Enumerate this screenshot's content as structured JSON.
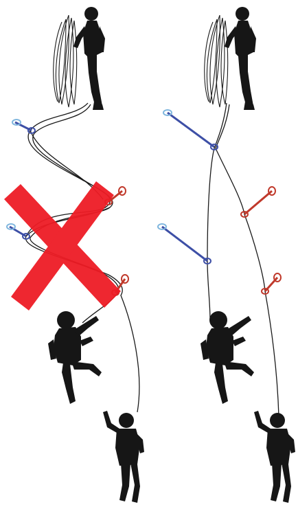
{
  "figure": {
    "panels": [
      {
        "id": "incorrect",
        "marked_wrong": true,
        "belayer": "standing-belayer-icon",
        "climbers": 2,
        "quickdraws": 4
      },
      {
        "id": "correct",
        "marked_wrong": false,
        "belayer": "standing-belayer-icon",
        "climbers": 2,
        "quickdraws": 4
      }
    ],
    "colors": {
      "background": "#ffffff",
      "silhouette": "#161616",
      "rope": "#1a1a1a",
      "cross": "#ee1c25",
      "draw_blue": "#3d4fa6",
      "draw_blue_light": "#7fb6de",
      "draw_red": "#c0392b"
    }
  }
}
